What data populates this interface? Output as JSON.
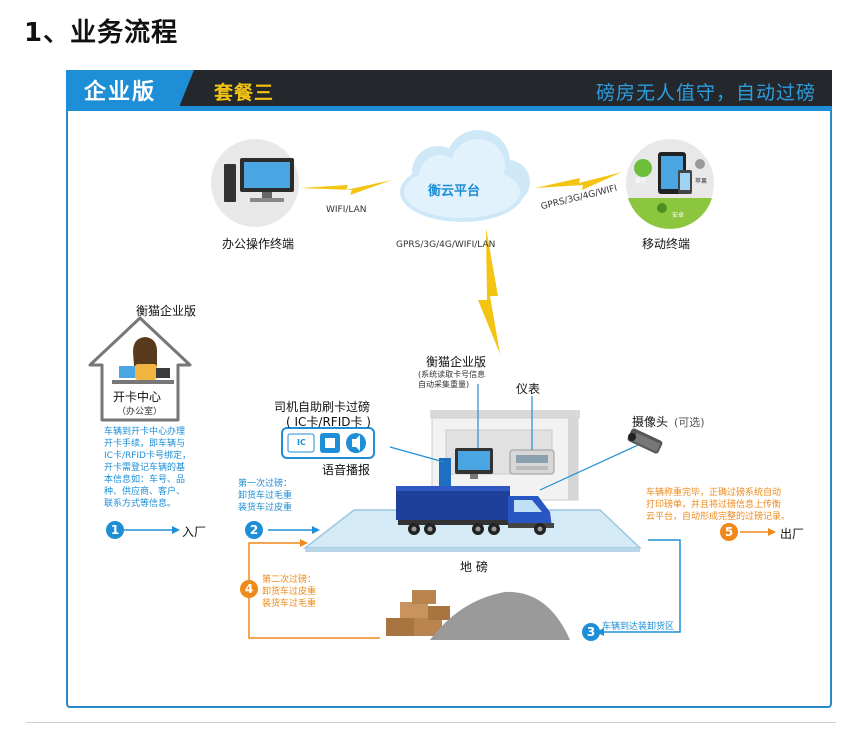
{
  "section_title": "1、业务流程",
  "header": {
    "edition": "企业版",
    "package": "套餐三",
    "slogan": "磅房无人值守，自动过磅"
  },
  "nodes": {
    "office_terminal": "办公操作终端",
    "cloud_platform": "衡云平台",
    "mobile_terminal": "移动终端",
    "mobile_wechat": "微信",
    "mobile_apple": "苹果",
    "mobile_android": "安卓",
    "enterprise_edition": "衡猫企业版",
    "card_center_line1": "开卡中心",
    "card_center_line2": "（办公室）",
    "enterprise_system": "衡猫企业版",
    "enterprise_system_note": "(系统读取卡号信息\n自动采集重量)",
    "instrument": "仪表",
    "card_swipe": "司机自助刷卡过磅",
    "card_types": "( IC卡/RFID卡 )",
    "ic_label": "IC",
    "voice": "语音播报",
    "camera": "摄像头",
    "camera_optional": "(可选)",
    "scale": "地  磅"
  },
  "links": {
    "wifi_lan": "WIFI/LAN",
    "gprs_mobile": "GPRS/3G/4G/WIFI",
    "gprs_full": "GPRS/3G/4G/WIFI/LAN"
  },
  "steps": {
    "s1": "1",
    "s2": "2",
    "s3": "3",
    "s4": "4",
    "s5": "5",
    "enter": "入厂",
    "exit": "出厂",
    "card_note": "车辆到开卡中心办理\n开卡手续，即车辆与\nIC卡/RFID卡号绑定，\n开卡需登记车辆的基\n本信息如：车号、品\n种、供应商、客户、\n联系方式等信息。",
    "first_weigh": "第一次过磅：\n卸货车过毛重\n装货车过皮重",
    "second_weigh": "第二次过磅：\n卸货车过皮重\n装货车过毛重",
    "unload": "车辆到达装卸货区",
    "finish_note": "车辆称重完毕，正确过磅系统自动\n打印磅单，并且将过磅信息上传衡\n云平台，自动形成完整的过磅记录。"
  },
  "colors": {
    "blue": "#1e8fd6",
    "orange": "#ef8a1a",
    "yellow": "#f3c412",
    "dark": "#24282d"
  }
}
